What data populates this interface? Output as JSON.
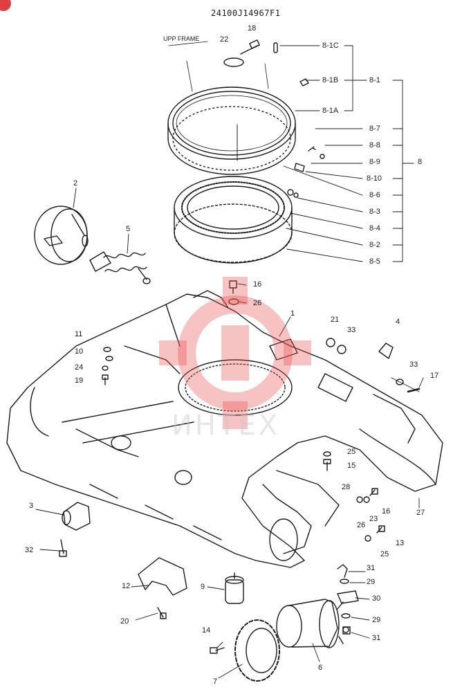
{
  "document": {
    "number": "24100J14967F1",
    "frame_note": "UPP FRAME"
  },
  "callouts": {
    "c1": "1",
    "c2": "2",
    "c3": "3",
    "c4": "4",
    "c5": "5",
    "c6": "6",
    "c7": "7",
    "c8": "8",
    "c9": "9",
    "c10": "10",
    "c11": "11",
    "c12": "12",
    "c13": "13",
    "c14": "14",
    "c15": "15",
    "c16a": "16",
    "c16b": "16",
    "c17": "17",
    "c18": "18",
    "c19": "19",
    "c20": "20",
    "c21": "21",
    "c22": "22",
    "c23": "23",
    "c24": "24",
    "c25a": "25",
    "c25b": "25",
    "c26a": "26",
    "c26b": "26",
    "c27": "27",
    "c28": "28",
    "c29a": "29",
    "c29b": "29",
    "c30": "30",
    "c31a": "31",
    "c31b": "31",
    "c32": "32",
    "c33a": "33",
    "c33b": "33",
    "c8_1": "8-1",
    "c8_1A": "8-1A",
    "c8_1B": "8-1B",
    "c8_1C": "8-1C",
    "c8_2": "8-2",
    "c8_3": "8-3",
    "c8_4": "8-4",
    "c8_5": "8-5",
    "c8_6": "8-6",
    "c8_7": "8-7",
    "c8_8": "8-8",
    "c8_9": "8-9",
    "c8_10": "8-10"
  },
  "watermark": {
    "text": "ИНТЕХ",
    "color": "#e85050"
  },
  "colors": {
    "ink": "#1a1a1a",
    "paper": "#ffffff",
    "badge": "#e04040"
  }
}
